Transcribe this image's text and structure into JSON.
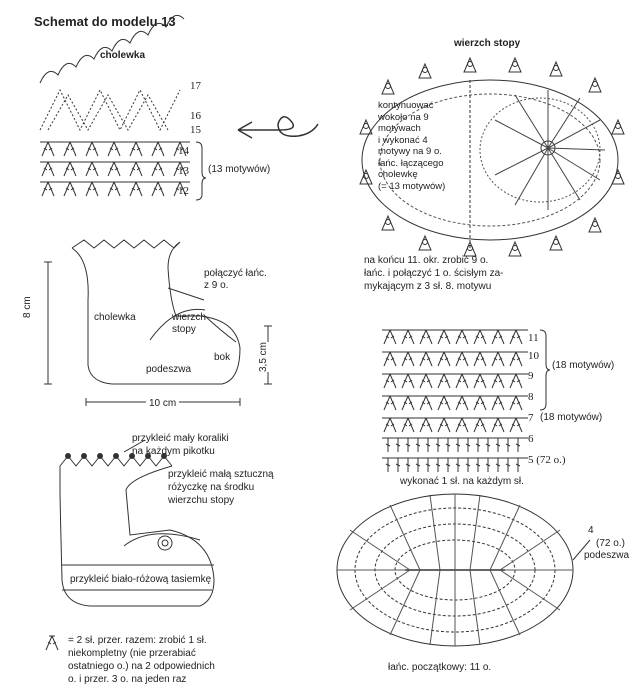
{
  "title": "Schemat do modelu 13",
  "cholewka_chart": {
    "label": "cholewka",
    "rows": [
      "17",
      "16",
      "15",
      "14",
      "13",
      "12"
    ],
    "note": "(13 motywów)"
  },
  "wierzch_chart": {
    "label": "wierzch stopy",
    "inner_note": [
      "kontynuować",
      "wokoło na 9",
      "motywach",
      "i wykonać 4",
      "motywy na 9 o.",
      "łańc. łączącego",
      "cholewkę",
      "(= 13 motywów)"
    ],
    "bottom_note": [
      "na końcu 11. okr. zrobić 9 o.",
      "łańc. i połączyć 1 o. ścisłym za-",
      "mykającym z 3 sł. 8. motywu"
    ]
  },
  "bootie_outline": {
    "cholewka": "cholewka",
    "wierzch": [
      "wierzch",
      "stopy"
    ],
    "bok": "bok",
    "podeszwa": "podeszwa",
    "join_note": [
      "połączyć łańc.",
      "z 9 o."
    ],
    "height": "8 cm",
    "width": "10 cm",
    "side": "3,5 cm"
  },
  "decoration": {
    "note1": [
      "przykleić mały koraliki",
      "na każdym pikotku"
    ],
    "note2": [
      "przykleić małą sztuczną",
      "różyczkę na środku",
      "wierzchu stopy"
    ],
    "note3": "przykleić biało-różową tasiemkę"
  },
  "legend": {
    "text": [
      "= 2 sł. przer. razem: zrobić 1 sł.",
      "niekompletny (nie przerabiać",
      "ostatniego o.) na 2 odpowiednich",
      "o. i przer. 3 o. na jeden raz"
    ]
  },
  "sole_rows": {
    "rows": [
      "11",
      "10",
      "9",
      "8",
      "7",
      "6",
      "5 (72 o.)"
    ],
    "note1": "(18 motywów)",
    "note2": "(18 motywów)",
    "under": "wykonać 1 sł. na każdym sł."
  },
  "sole": {
    "label_count": "(72 o.)",
    "label": "podeszwa",
    "row_mark": "4",
    "chain": "łańc. początkowy: 11 o."
  }
}
